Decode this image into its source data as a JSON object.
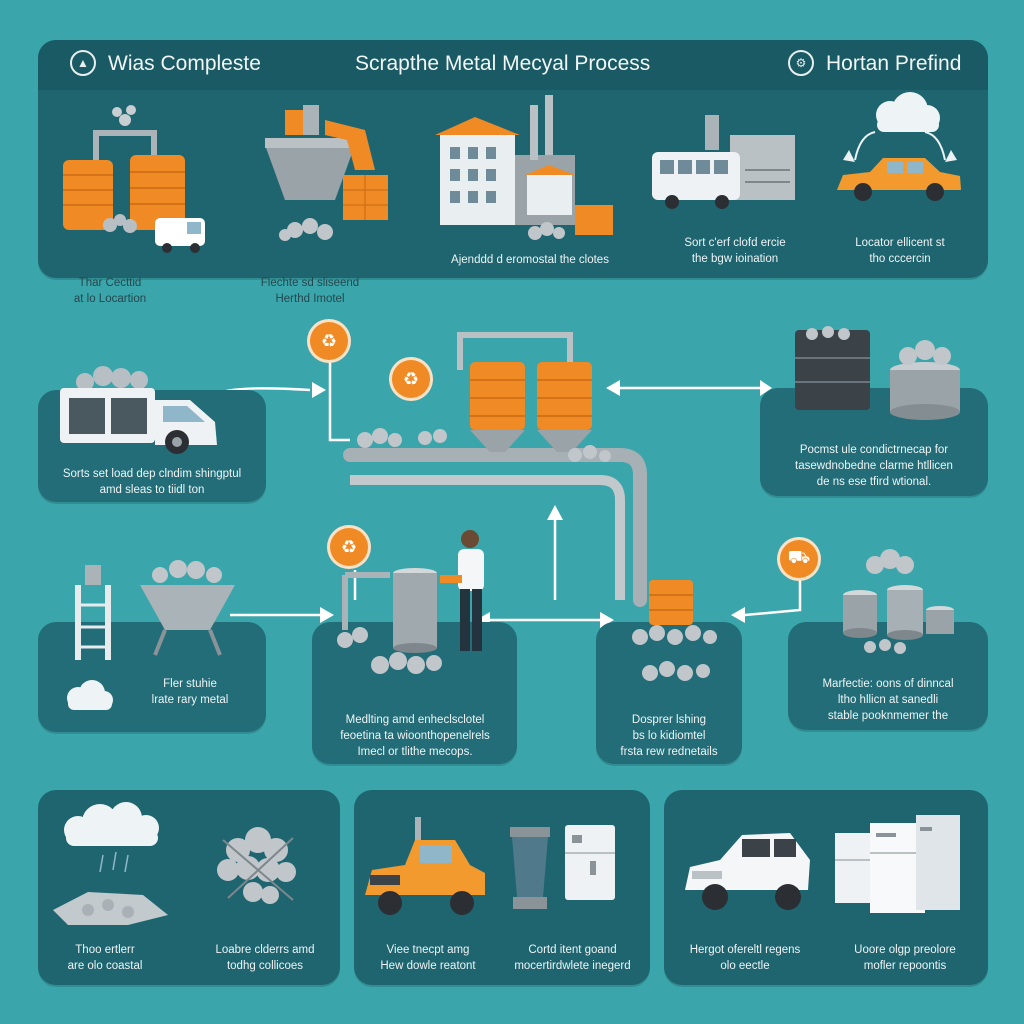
{
  "header": {
    "left_title": "Wias Compleste",
    "center_title": "Scrapthe Metal Mecyal Process",
    "right_title": "Hortan Prefind"
  },
  "top_row": {
    "captions": [
      {
        "line1": "Thar Cecttid",
        "line2": "at lo Locartion"
      },
      {
        "line1": "Flechte sd sliseend",
        "line2": "Herthd Imotel"
      },
      {
        "line1": "Ajenddd d eromostal the clotes",
        "line2": ""
      },
      {
        "line1": "Sort c'erf clofd ercie",
        "line2": "the bgw ioination"
      },
      {
        "line1": "Locator ellicent st",
        "line2": "tho cccercin"
      }
    ]
  },
  "middle": {
    "truck_caption": {
      "line1": "Sorts set load dep clndim shingptul",
      "line2": "amd sleas to tiidl ton"
    },
    "bins_caption": {
      "line1": "Pocmst ule condictrnecap for",
      "line2": "tasewdnobedne clarme htllicen",
      "line3": "de ns ese tfird wtional."
    },
    "crusher_caption": {
      "line1": "Fler stuhie",
      "line2": "lrate rary metal"
    },
    "melting_caption": {
      "line1": "Medlting amd enheclsclotel",
      "line2": "feoetina ta wioonthopenelrels",
      "line3": "Imecl or tlithe mecops."
    },
    "pour_caption": {
      "line1": "Dosprer lshing",
      "line2": "bs lo kidiomtel",
      "line3": "frsta rew rednetails"
    },
    "cans_caption": {
      "line1": "Marfectie: oons of dinncal",
      "line2": "ltho hllicn at sanedli",
      "line3": "stable pooknmemer the"
    }
  },
  "bottom_row": {
    "captions": [
      {
        "line1": "Thoo ertlerr",
        "line2": "are olo coastal"
      },
      {
        "line1": "Loabre clderrs amd",
        "line2": "todhg collicoes"
      },
      {
        "line1": "Viee tnecpt amg",
        "line2": "Hew dowle reatont"
      },
      {
        "line1": "Cortd itent goand",
        "line2": "mocertirdwlete inegerd"
      },
      {
        "line1": "Hergot ofereltl regens",
        "line2": "olo eectle"
      },
      {
        "line1": "Uoore olgp preolore",
        "line2": "mofler repoontis"
      }
    ]
  },
  "icons": [
    "recycle-icon",
    "truck-icon",
    "cloud-icon",
    "car-icon",
    "factory-icon",
    "gear-icon"
  ],
  "colors": {
    "background": "#3aa6ab",
    "panel": "#1f6570",
    "accent_orange": "#f08a24",
    "steel": "#9aa3a8",
    "text_light": "#eef4f4"
  }
}
